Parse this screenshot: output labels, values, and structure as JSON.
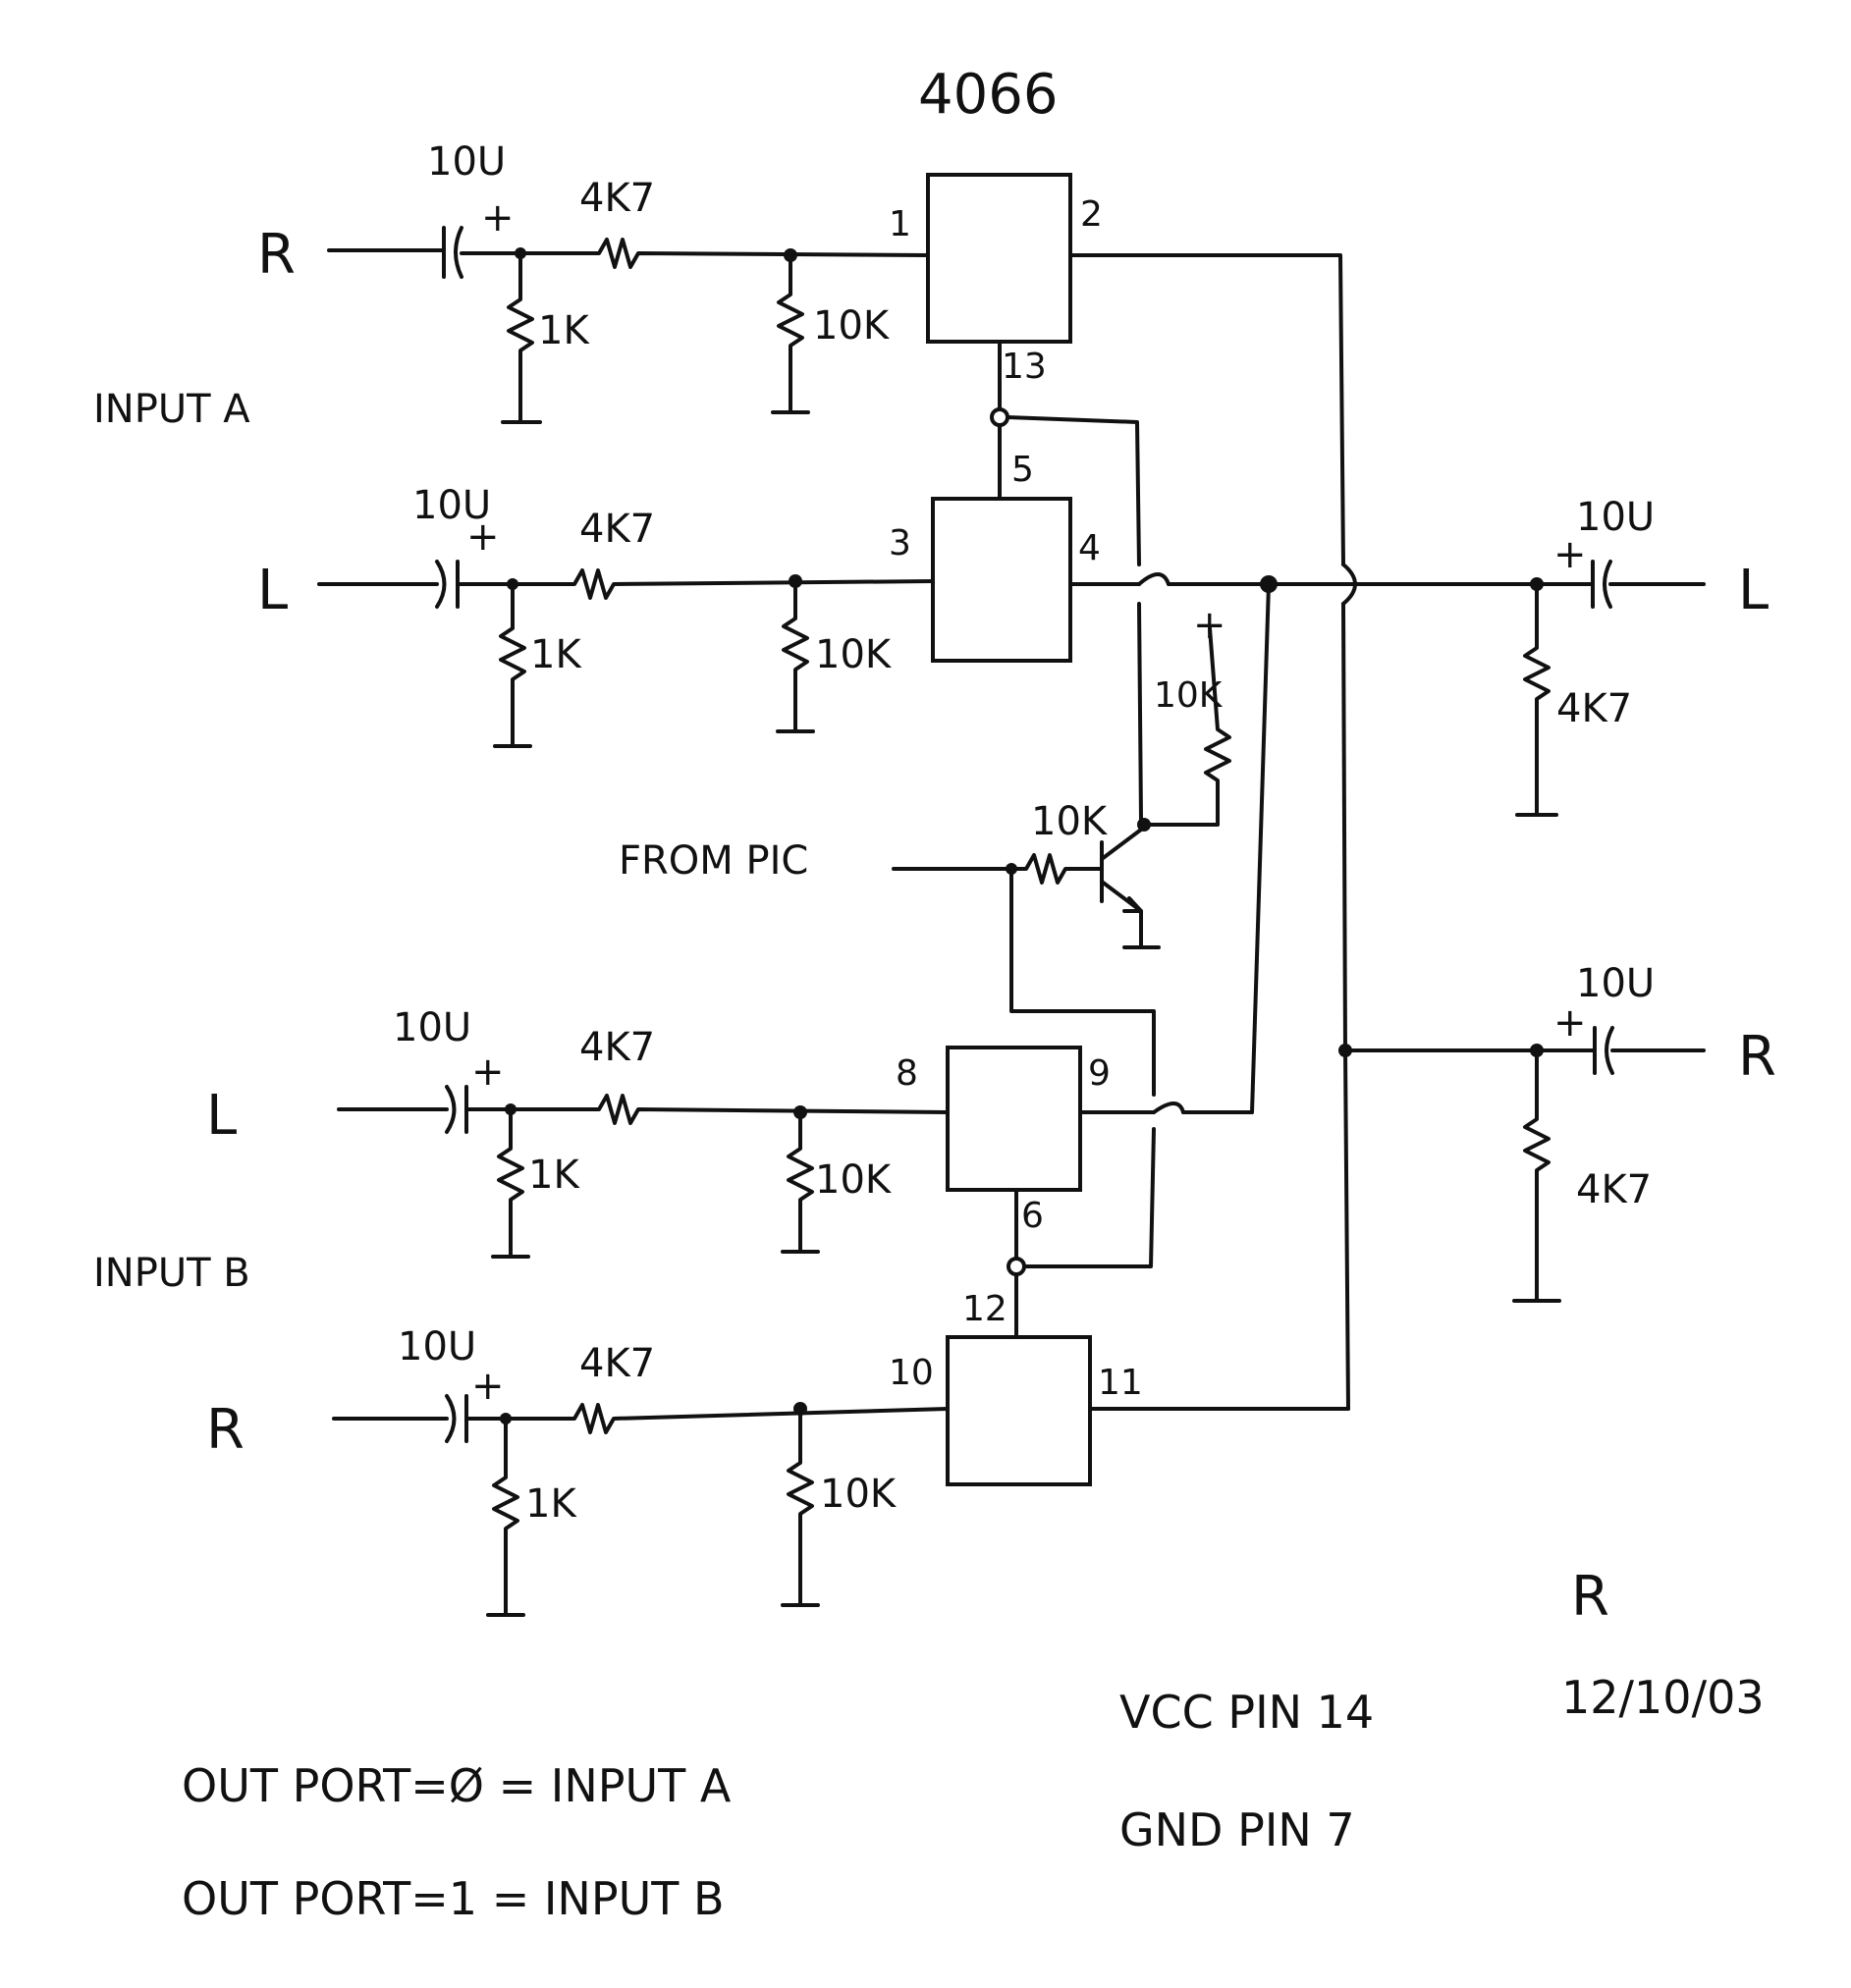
{
  "chip": {
    "name": "4066"
  },
  "pins": {
    "p1": "1",
    "p2": "2",
    "p3": "3",
    "p4": "4",
    "p5": "5",
    "p6": "6",
    "p8": "8",
    "p9": "9",
    "p10": "10",
    "p11": "11",
    "p12": "12",
    "p13": "13"
  },
  "inputs": {
    "a": {
      "label": "INPUT A",
      "top_channel": "R",
      "bottom_channel": "L"
    },
    "b": {
      "label": "INPUT B",
      "top_channel": "L",
      "bottom_channel": "R"
    }
  },
  "components": {
    "cap": "10U",
    "series_resistor": "4K7",
    "shunt_1k": "1K",
    "shunt_10k": "10K",
    "pullup": "10K",
    "base_resistor": "10K",
    "out_resistor": "4K7",
    "plus": "+"
  },
  "control": {
    "label": "FROM PIC"
  },
  "outputs": {
    "left": "L",
    "right": "R"
  },
  "notes": {
    "vcc": "VCC   PIN 14",
    "gnd": "GND   PIN 7",
    "date": "12/10/03",
    "initial": "R",
    "port0": "OUT PORT=Ø   =   INPUT A",
    "port1": "OUT PORT=1   =   INPUT B"
  }
}
